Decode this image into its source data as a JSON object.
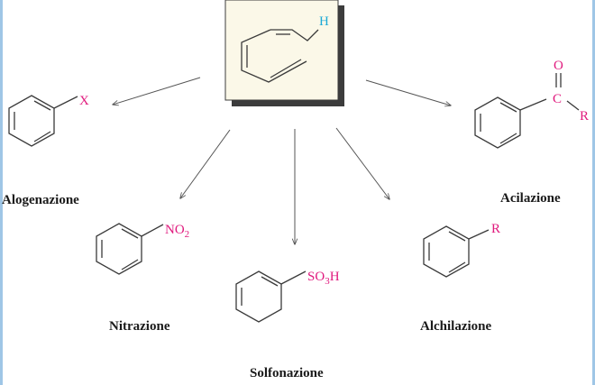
{
  "colors": {
    "substituent": "#e0197d",
    "hydrogen": "#1ba9d6",
    "center_box": "#fbf8e8",
    "bonds": "#3a3a3a"
  },
  "center": {
    "atom": "H"
  },
  "reactions": {
    "halogenation": {
      "label": "Alogenazione",
      "substituent": "X"
    },
    "nitration": {
      "label": "Nitrazione",
      "group": "NO",
      "subscript": "2"
    },
    "sulfonation": {
      "label": "Solfonazione",
      "group_pre": "SO",
      "subscript": "3",
      "group_post": "H"
    },
    "alkylation": {
      "label": "Alchilazione",
      "substituent": "R"
    },
    "acylation": {
      "label": "Acilazione",
      "oxygen": "O",
      "carbon": "C",
      "group": "R"
    }
  }
}
